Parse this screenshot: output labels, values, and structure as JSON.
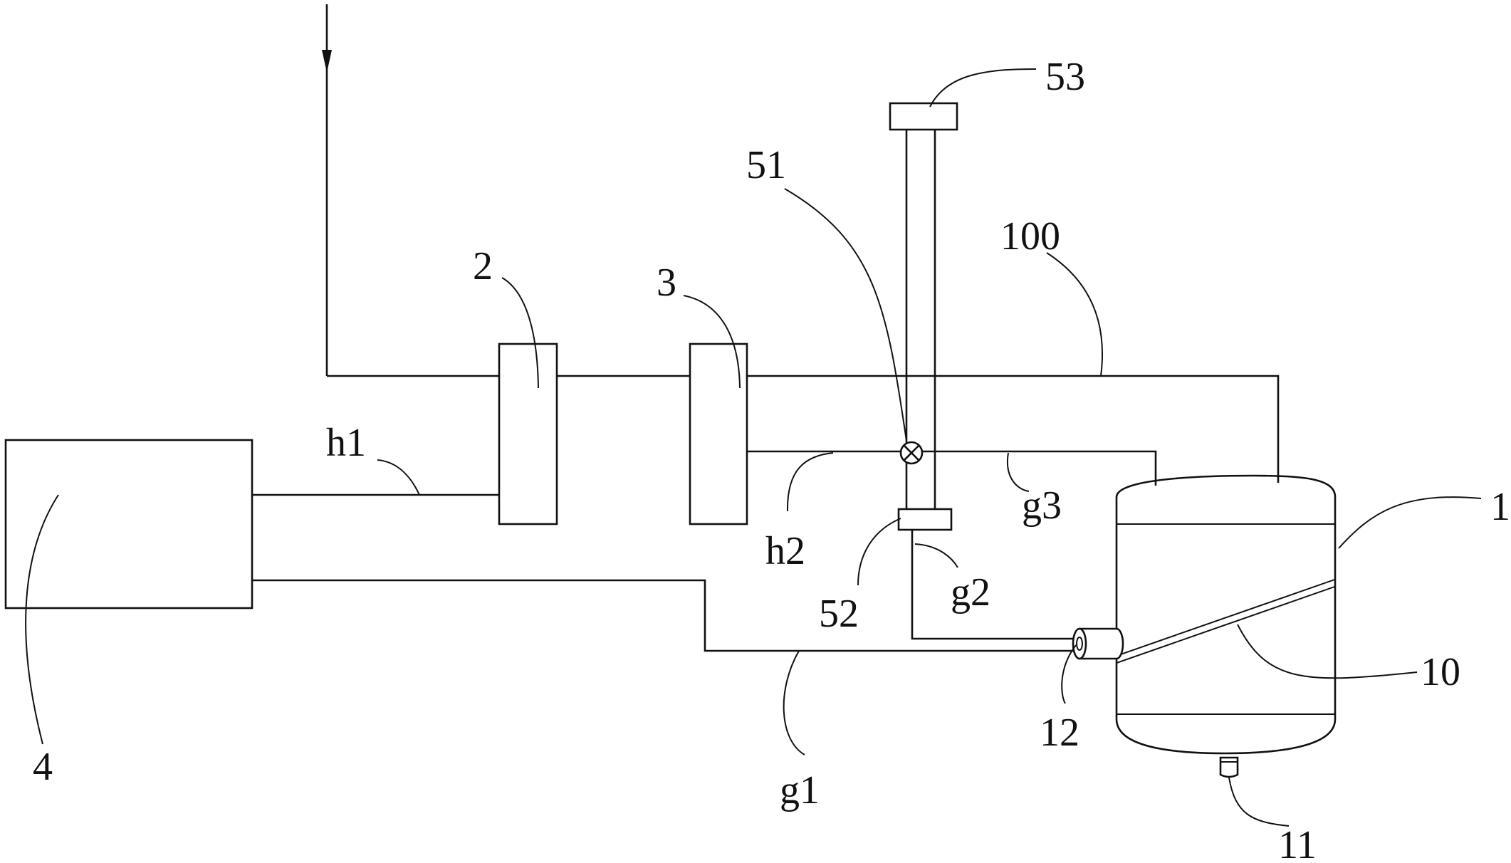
{
  "labels": {
    "tank": "1",
    "unit_2": "2",
    "unit_3": "3",
    "unit_4": "4",
    "inner_plate": "10",
    "bottom_outlet": "11",
    "side_port": "12",
    "valve": "51",
    "lower_block": "52",
    "top_block": "53",
    "main_pipe": "100",
    "pipe_h1": "h1",
    "pipe_h2": "h2",
    "pipe_g1": "g1",
    "pipe_g2": "g2",
    "pipe_g3": "g3"
  },
  "colors": {
    "line": "#111111",
    "background": "#ffffff"
  },
  "icons": {
    "valve": "valve-cross-icon",
    "inlet": "flow-arrow-down-icon"
  }
}
